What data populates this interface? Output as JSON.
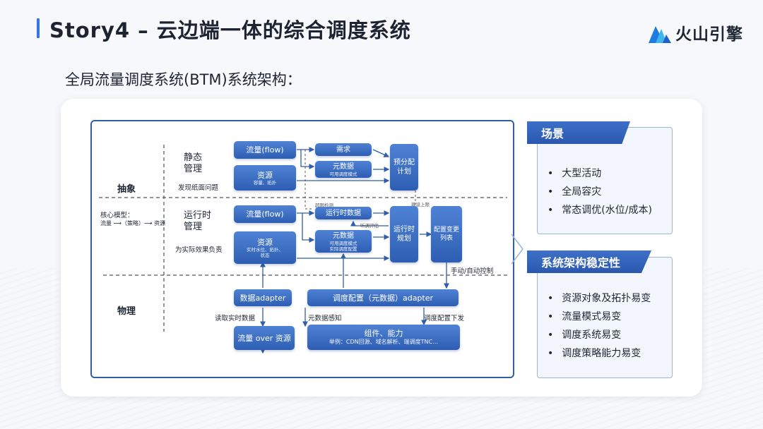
{
  "header": {
    "title": "Story4 – 云边端一体的综合调度系统",
    "brand": "火山引擎",
    "subtitle": "全局流量调度系统(BTM)系统架构："
  },
  "diagram": {
    "layers": {
      "abstract": "抽象",
      "physical": "物理",
      "core_model_title": "核心模型：",
      "core_model_formula": "流量 ⟶（策略）⟶ 资源"
    },
    "static": {
      "title": "静态\n管理",
      "note": "发现纸面问题",
      "flow": "流量(flow)",
      "resource": "资源",
      "resource_sub": "容量、拓扑",
      "demand": "需求",
      "meta": "元数据",
      "meta_sub": "可用调度模式",
      "plan": "预分配\n计划"
    },
    "runtime": {
      "title": "运行时\n管理",
      "note": "为实际效果负责",
      "flow": "流量(flow)",
      "resource": "资源",
      "resource_sub": "实时水位、拓扑、\n状态",
      "rt_data": "运行时数据",
      "meta": "元数据",
      "meta_sub": "可用调度模式\n实际调度配置",
      "plan": "运行时\n规划",
      "config_change": "配置变更\n列表",
      "over_limit": "超限检测",
      "eval": "听调评估",
      "plan_limit": "建设上限",
      "manual_auto": "手动/自动控制"
    },
    "physical": {
      "data_adapter": "数据adapter",
      "read_rt": "读取实时数据",
      "flow_over": "流量 over 资源",
      "config_adapter": "调度配置（元数据）adapter",
      "meta_sense": "元数据感知",
      "config_deliver": "调度配置下发",
      "components": "组件、能力",
      "components_sub": "举例：CDN回源、域名解析、端调度TNC…"
    }
  },
  "side_panels": [
    {
      "tag": "场景",
      "items": [
        "大型活动",
        "全局容灾",
        "常态调优(水位/成本)"
      ]
    },
    {
      "tag": "系统架构稳定性",
      "items": [
        "资源对象及拓扑易变",
        "流量模式易变",
        "调度系统易变",
        "调度策略能力易变"
      ]
    }
  ],
  "colors": {
    "accent": "#3a72e8",
    "node": "#2d5eb3",
    "frame": "#2f5fa8"
  }
}
